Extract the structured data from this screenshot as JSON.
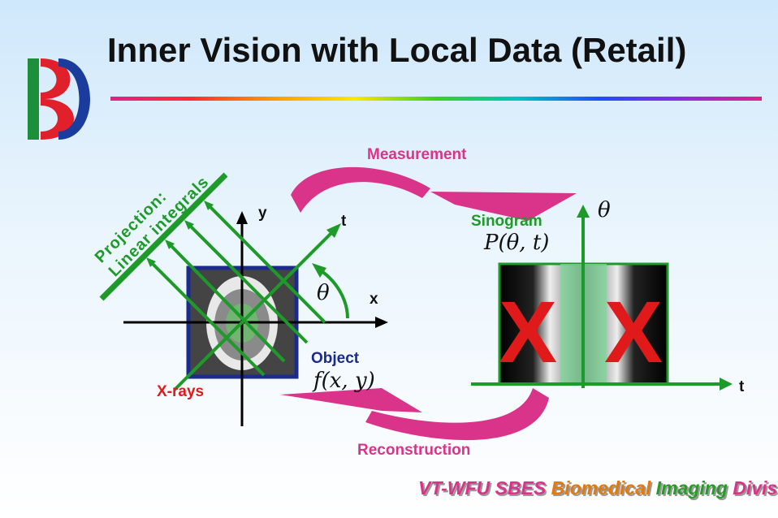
{
  "title": "Inner Vision with Local Data (Retail)",
  "labels": {
    "measurement": "Measurement",
    "reconstruction": "Reconstruction",
    "sinogram": "Sinogram",
    "object": "Object",
    "xrays": "X-rays",
    "projection_line1": "Projection:",
    "projection_line2": "Linear integrals",
    "axis_y": "y",
    "axis_x": "x",
    "axis_t": "t",
    "sino_axis_t": "t",
    "big_x1": "X",
    "big_x2": "X"
  },
  "math": {
    "theta": "θ",
    "sino_theta": "θ",
    "p_func": "P(θ, t)",
    "f_func": "f(x, y)"
  },
  "footer": {
    "parts": [
      {
        "text": "VT-WFU SBES ",
        "color": "#d9348a"
      },
      {
        "text": "Biomedical ",
        "color": "#e07a10"
      },
      {
        "text": "Imaging ",
        "color": "#2a9a2a"
      },
      {
        "text": "Division",
        "color": "#d9348a"
      }
    ]
  },
  "colors": {
    "accent_pink": "#d9348a",
    "green": "#1e9a2a",
    "red": "#e01a1a",
    "navy": "#1a2b8c"
  }
}
